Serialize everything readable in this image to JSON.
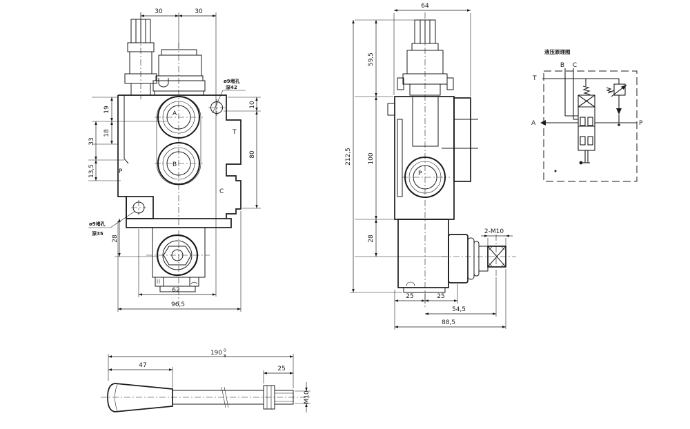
{
  "page": {
    "background": "#ffffff",
    "line_color": "#1a1a1a"
  },
  "front_view": {
    "ports": {
      "a": "A",
      "b": "B",
      "p": "P",
      "t": "T",
      "c": "C"
    },
    "dims": {
      "top_left": "30",
      "top_right": "30",
      "h19": "19",
      "h18": "18",
      "h33": "33",
      "h13_5": "13,5",
      "r10": "10",
      "r80": "80",
      "b28": "28",
      "b62": "62",
      "b96_5": "96,5"
    },
    "notes": {
      "top_hole_l1": "ø9堵孔",
      "top_hole_l2": "深42",
      "bottom_hole_l1": "ø9堵孔",
      "bottom_hole_l2": "深35"
    }
  },
  "side_view": {
    "ports": {
      "p": "P"
    },
    "dims": {
      "w64": "64",
      "h59_5": "59,5",
      "h100": "100",
      "h28": "28",
      "h212_5": "212,5",
      "b25a": "25",
      "b25b": "25",
      "b54_5": "54,5",
      "b88_5": "88,5",
      "thread": "2-M10"
    }
  },
  "schematic": {
    "title": "液压原理图",
    "ports": {
      "t": "T",
      "b": "B",
      "a": "A",
      "c": "C",
      "p": "P"
    }
  },
  "lever_view": {
    "dims": {
      "total": "190",
      "tol_top": "0",
      "tol_bottom": "8",
      "grip": "47",
      "thread_len": "25",
      "thread": "M10"
    }
  }
}
